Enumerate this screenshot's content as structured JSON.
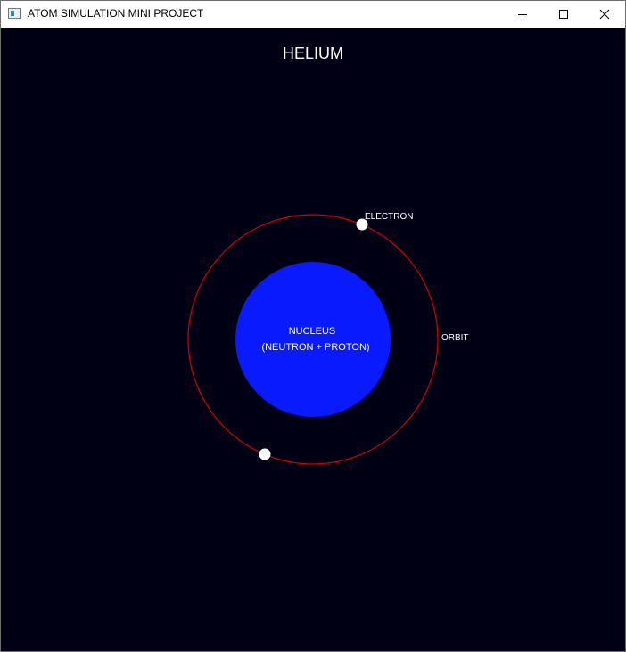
{
  "window": {
    "title": "ATOM SIMULATION MINI PROJECT",
    "app_icon": "window-app-icon",
    "controls": [
      "minimize-icon",
      "maximize-icon",
      "close-icon"
    ]
  },
  "scene": {
    "heading": "HELIUM",
    "nucleus_label": "NUCLEUS",
    "nucleus_sublabel": "(NEUTRON + PROTON)",
    "electron_label": "ELECTRON",
    "orbit_label": "ORBIT"
  },
  "colors": {
    "background": "#000014",
    "nucleus": "#0a1aff",
    "orbit": "#d40000",
    "electron": "#ffffff",
    "text": "#ffffff"
  }
}
